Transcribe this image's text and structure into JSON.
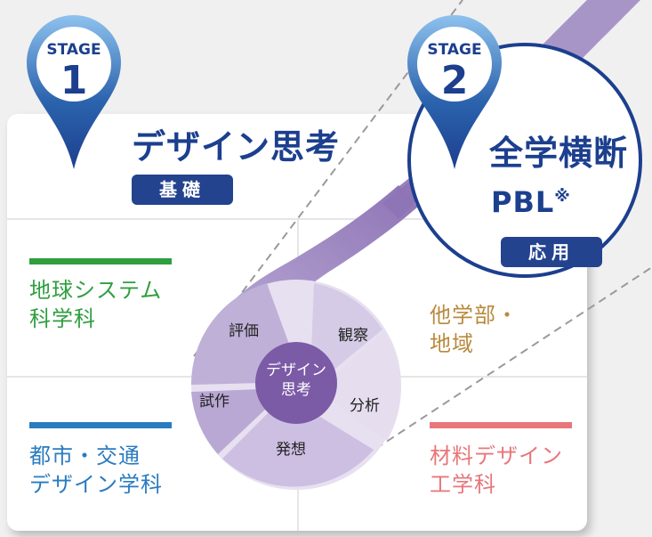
{
  "stages": [
    {
      "label": "STAGE",
      "number": "1",
      "title": "デザイン思考",
      "tag": "基礎"
    },
    {
      "label": "STAGE",
      "number": "2",
      "title_line1": "全学横断",
      "title_line2": "PBL",
      "title_mark": "※",
      "tag": "応用"
    }
  ],
  "departments": [
    {
      "name": "地球システム\n科学科",
      "color": "#2f9e3f"
    },
    {
      "name": "他学部・\n地域",
      "color": "#b98a3e"
    },
    {
      "name": "都市・交通\nデザイン学科",
      "color": "#2a7bc0"
    },
    {
      "name": "材料デザイン\n工学科",
      "color": "#e8767a"
    }
  ],
  "cycle": {
    "center": "デザイン\n思考",
    "steps": [
      "評価",
      "観察",
      "分析",
      "発想",
      "試作"
    ]
  },
  "colors": {
    "navy": "#1c3f8e",
    "tag_bg": "#23438f",
    "purple_dark": "#8e74b6",
    "purple_mid": "#a895c8",
    "purple_light": "#e4dbee",
    "pin_gradient_light": "#7fb6e6"
  }
}
